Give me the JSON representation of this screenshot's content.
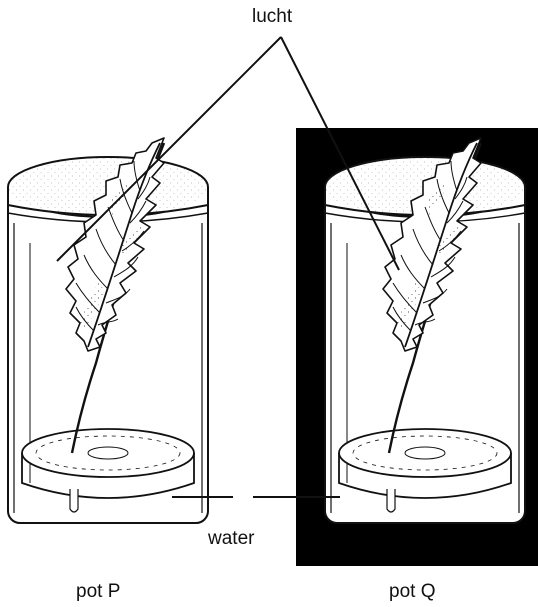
{
  "labels": {
    "top_label": "lucht",
    "water_label": "water",
    "left_pot": "pot P",
    "right_pot": "pot Q"
  },
  "colors": {
    "ink": "#111111",
    "background": "#ffffff",
    "dark_box": "#000000"
  }
}
